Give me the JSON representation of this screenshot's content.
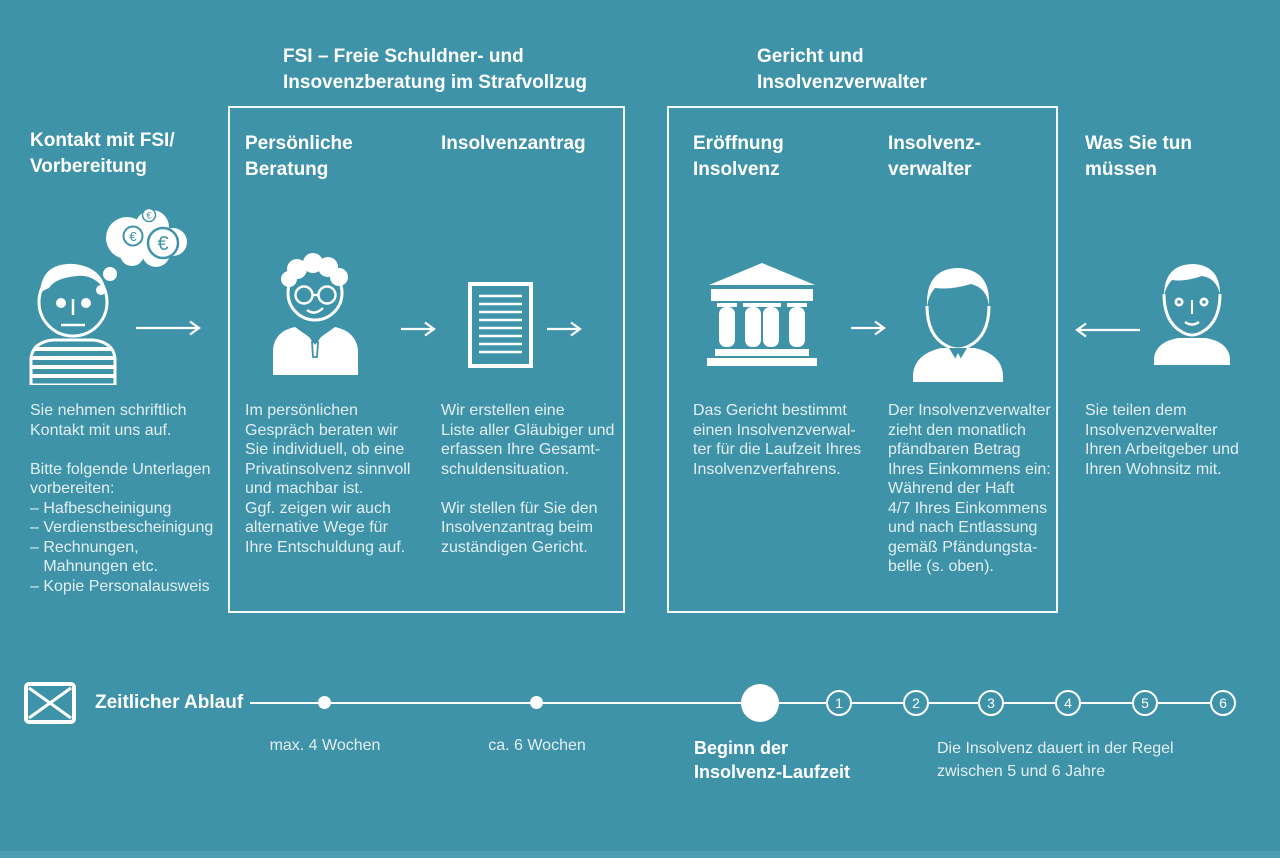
{
  "colors": {
    "background": "#3f93a9",
    "white": "#ffffff",
    "body_text": "#e2eff3",
    "bottom_strip": "#4d9db1"
  },
  "contact": {
    "title": "Kontakt mit FSI/\nVorbereitung",
    "body": "Sie nehmen schriftlich\nKontakt mit uns auf.\n\nBitte folgende Unterlagen\nvorbereiten:\n– Hafbescheinigung\n– Verdienstbescheinigung\n– Rechnungen,\n   Mahnungen etc.\n– Kopie Personalausweis"
  },
  "fsi_box": {
    "title": "FSI – Freie Schuldner- und\nInsovenzberatung im Strafvollzug",
    "beratung": {
      "title": "Persönliche\nBeratung",
      "body": "Im persönlichen\nGespräch beraten wir\nSie individuell, ob eine\nPrivatinsolvenz sinnvoll\nund machbar ist.\nGgf. zeigen wir auch\nalternative Wege für\nIhre Entschuldung auf."
    },
    "antrag": {
      "title": "Insolvenzantrag",
      "body": "Wir erstellen eine\nListe aller Gläubiger und\nerfassen Ihre Gesamt-\nschuldensituation.\n\nWir stellen für Sie den\nInsolvenzantrag beim\nzuständigen Gericht."
    }
  },
  "gericht_box": {
    "title": "Gericht und\nInsolvenzverwalter",
    "eroeffnung": {
      "title": "Eröffnung\nInsolvenz",
      "body": "Das Gericht bestimmt\neinen Insolvenzverwal-\nter für die Laufzeit Ihres\nInsolvenzverfahrens."
    },
    "verwalter": {
      "title": "Insolvenz-\nverwalter",
      "body": "Der Insolvenzverwalter\nzieht den monatlich\npfändbaren Betrag\nIhres Einkommens ein:\nWährend der Haft\n4/7 Ihres Einkommens\nund nach Entlassung\ngemäß Pfändungsta-\nbelle (s. oben)."
    }
  },
  "todo": {
    "title": "Was Sie tun\nmüssen",
    "body": "Sie teilen dem\nInsolvenzverwalter\nIhren Arbeitgeber und\nIhren Wohnsitz mit."
  },
  "timeline": {
    "title": "Zeitlicher Ablauf",
    "label_4_weeks": "max. 4 Wochen",
    "label_6_weeks": "ca. 6 Wochen",
    "start_label": "Beginn der\nInsolvenz-Laufzeit",
    "duration_note": "Die Insolvenz dauert in der Regel\nzwischen 5 und 6 Jahre",
    "year_markers": [
      "1",
      "2",
      "3",
      "4",
      "5",
      "6"
    ]
  },
  "icons": {
    "euro_large": "€",
    "euro_small": "€",
    "euro_tiny": "€"
  }
}
